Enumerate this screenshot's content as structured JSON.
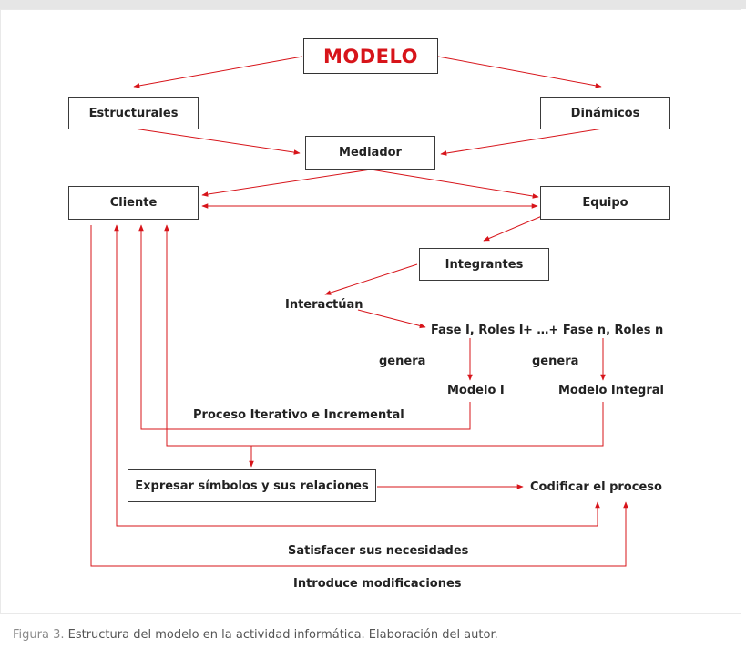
{
  "diagram": {
    "model": "MODELO",
    "estructurales": "Estructurales",
    "dinamicos": "Dinámicos",
    "mediador": "Mediador",
    "cliente": "Cliente",
    "equipo": "Equipo",
    "integrantes": "Integrantes",
    "interactuan": "Interactúan",
    "fase1": "Fase I, Roles I",
    "fasen": "+ …+ Fase n, Roles n",
    "genera1": "genera",
    "genera2": "genera",
    "modelo1": "Modelo I",
    "modelo_integral": "Modelo Integral",
    "proceso_iterativo": "Proceso Iterativo e Incremental",
    "expresar": "Expresar símbolos y sus relaciones",
    "codificar": "Codificar el proceso",
    "satisfacer": "Satisfacer sus necesidades",
    "introduce": "Introduce modificaciones"
  },
  "caption": {
    "figure_label": "Figura 3.",
    "text": " Estructura del modelo en la actividad informática. Elaboración del autor."
  },
  "colors": {
    "arrow": "#d7141a",
    "model_text": "#d7141a",
    "box_border": "#3a3a3a"
  }
}
